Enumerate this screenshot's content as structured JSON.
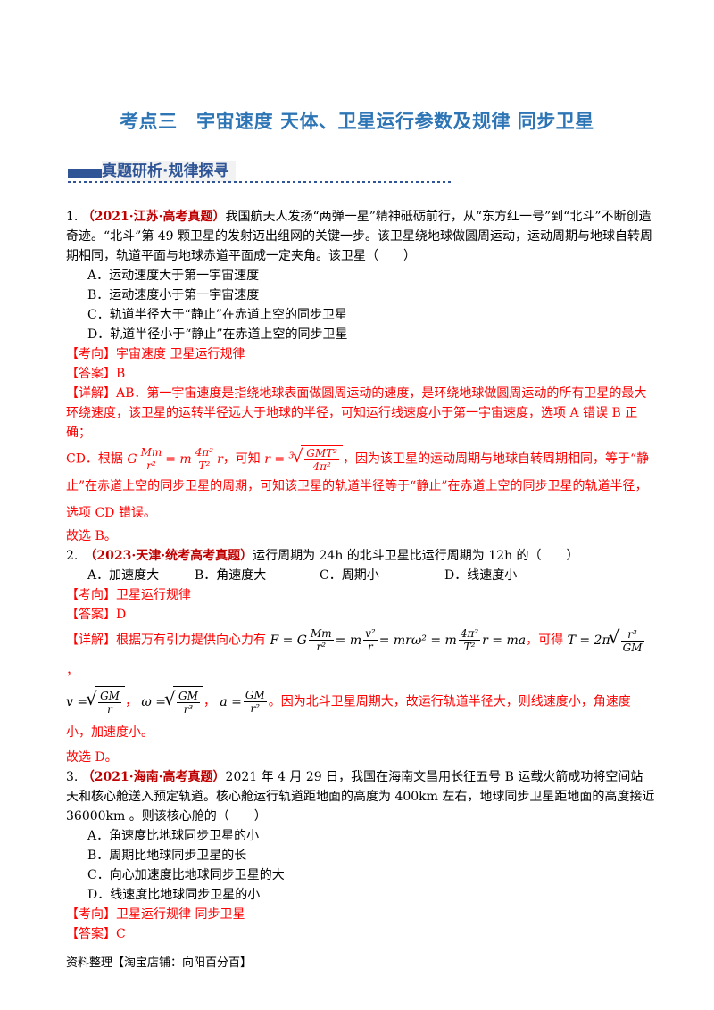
{
  "title": "考点三　宇宙速度 天体、卫星运行参数及规律 同步卫星",
  "section": "真题研析·规律探寻",
  "q1": {
    "num": "1. ",
    "source": "（2021·江苏·高考真题）",
    "stem": "我国航天人发扬“两弹一星”精神砥砺前行，从“东方红一号”到“北斗”不断创造奇迹。“北斗”第 49 颗卫星的发射迈出组网的关键一步。该卫星绕地球做圆周运动，运动周期与地球自转周期相同，轨道平面与地球赤道平面成一定夹角。该卫星（　　）",
    "options": [
      "A．运动速度大于第一宇宙速度",
      "B．运动速度小于第一宇宙速度",
      "C．轨道半径大于“静止”在赤道上空的同步卫星",
      "D．轨道半径小于“静止”在赤道上空的同步卫星"
    ],
    "kaoxiang": "【考向】宇宙速度  卫星运行规律",
    "answer": "【答案】B",
    "detail_1": "【详解】AB．第一宇宙速度是指绕地球表面做圆周运动的速度，是环绕地球做圆周运动的所有卫星的最大环绕速度，该卫星的运转半径远大于地球的半径，可知运行线速度小于第一宇宙速度，选项 A 错误 B 正确；",
    "detail_2a": "CD．根据",
    "detail_2b": "，可知",
    "detail_2c": "，因为该卫星的运动周期与地球自转周期相同，等于“静止”在赤道上空的同步卫星的周期，可知该卫星的轨道半径等于“静止”在赤道上空的同步卫星的轨道半径，选项 CD 错误。",
    "conclusion": "故选 B。"
  },
  "q2": {
    "num": "2.　",
    "source": "（2023·天津·统考高考真题）",
    "stem": "运行周期为 24h 的北斗卫星比运行周期为 12h 的（　　）",
    "options": [
      "A．加速度大",
      "B．角速度大",
      "C．周期小",
      "D．线速度小"
    ],
    "kaoxiang": "【考向】卫星运行规律",
    "answer": "【答案】D",
    "detail_1": "【详解】根据万有引力提供向心力有",
    "detail_1b": "，可得",
    "detail_2": "。因为北斗卫星周期大，故运行轨道半径大，则线速度小，角速度小，加速度小。",
    "conclusion": "故选 D。"
  },
  "q3": {
    "num": "3. ",
    "source": "（2021·海南·高考真题）",
    "stem": "2021 年 4 月 29 日，我国在海南文昌用长征五号 B 运载火箭成功将空间站天和核心舱送入预定轨道。核心舱运行轨道距地面的高度为 400km 左右，地球同步卫星距地面的高度接近 36000km 。则该核心舱的（　　）",
    "options": [
      "A．角速度比地球同步卫星的小",
      "B．周期比地球同步卫星的长",
      "C．向心加速度比地球同步卫星的大",
      "D．线速度比地球同步卫星的小"
    ],
    "kaoxiang": "【考向】卫星运行规律  同步卫星",
    "answer": "【答案】C"
  },
  "footer": "资料整理【淘宝店铺：向阳百分百】"
}
